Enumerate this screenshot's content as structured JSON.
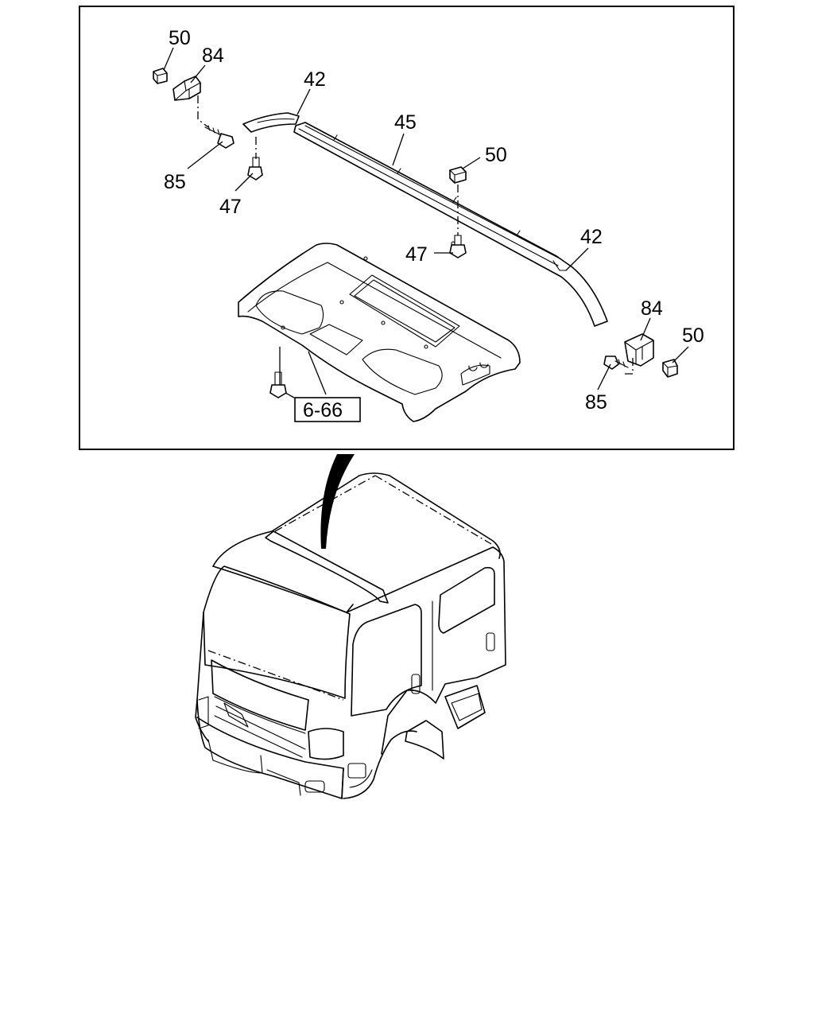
{
  "callouts": {
    "clip_top_left": "50",
    "bracket_top_left": "84",
    "weatherstrip_end_left": "42",
    "headlining_trim": "45",
    "clip_mid": "50",
    "screw_left": "85",
    "screw_mid_left": "47",
    "screw_mid": "47",
    "weatherstrip_end_right": "42",
    "bracket_right": "84",
    "clip_right": "50",
    "screw_right": "85"
  },
  "reference_box": "6-66"
}
